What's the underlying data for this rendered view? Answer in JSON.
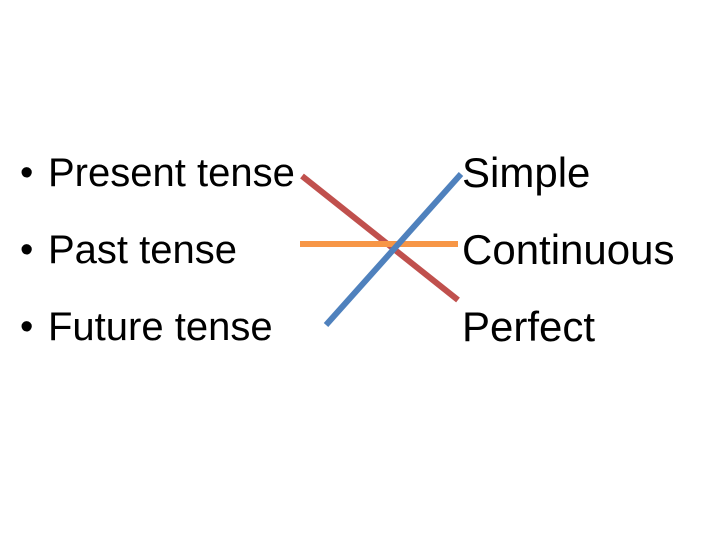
{
  "left_items": [
    {
      "bullet": "•",
      "label": "Present tense"
    },
    {
      "bullet": "•",
      "label": "Past tense"
    },
    {
      "bullet": "•",
      "label": "Future tense"
    }
  ],
  "right_items": [
    {
      "label": "Simple"
    },
    {
      "label": "Continuous"
    },
    {
      "label": "Perfect"
    }
  ],
  "connectors": [
    {
      "from": "Present tense",
      "to": "Perfect",
      "color": "#c0504d"
    },
    {
      "from": "Past tense",
      "to": "Continuous",
      "color": "#f79646"
    },
    {
      "from": "Future tense",
      "to": "Simple",
      "color": "#4f81bd"
    }
  ]
}
